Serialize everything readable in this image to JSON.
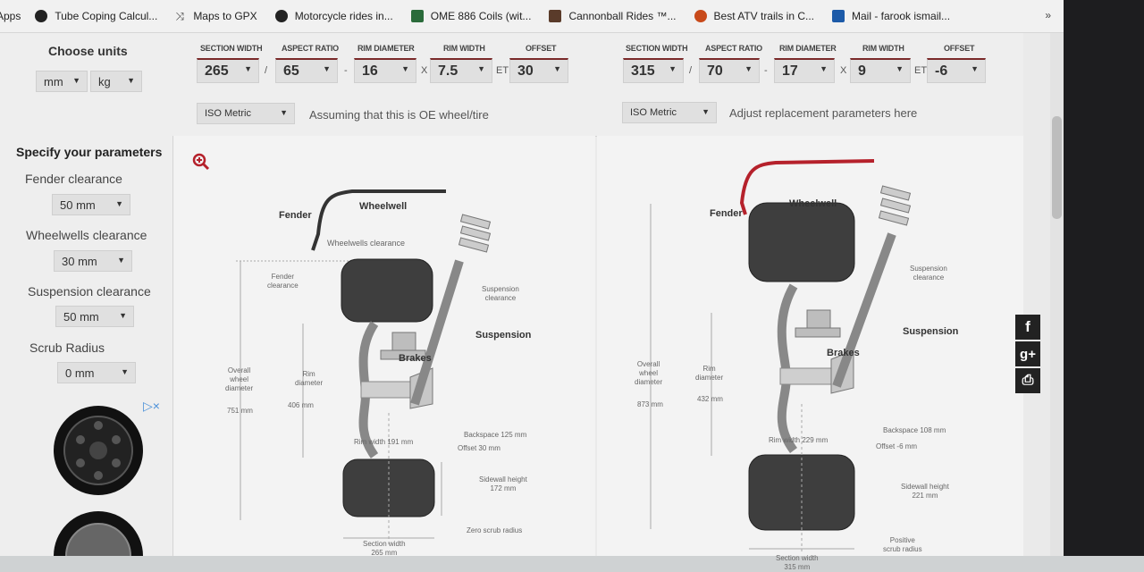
{
  "bookmarks": [
    {
      "label": "Apps",
      "icon": "apps-icon"
    },
    {
      "label": "Tube Coping Calcul...",
      "icon": "tube-icon"
    },
    {
      "label": "Maps to GPX",
      "icon": "shuffle-icon"
    },
    {
      "label": "Motorcycle rides in...",
      "icon": "globe-icon"
    },
    {
      "label": "OME 886 Coils (wit...",
      "icon": "ome-icon"
    },
    {
      "label": "Cannonball Rides ™...",
      "icon": "cannonball-icon"
    },
    {
      "label": "Best ATV trails in C...",
      "icon": "atv-icon"
    },
    {
      "label": "Mail - farook ismail...",
      "icon": "outlook-icon"
    }
  ],
  "bookmarks_more": "»",
  "units": {
    "title": "Choose units",
    "length": "mm",
    "weight": "kg"
  },
  "headers": {
    "section_width": "SECTION WIDTH",
    "aspect_ratio": "ASPECT RATIO",
    "rim_diameter": "RIM DIAMETER",
    "rim_width": "RIM WIDTH",
    "offset": "OFFSET"
  },
  "separators": {
    "slash": "/",
    "dash": "-",
    "x": "X",
    "et": "ET"
  },
  "left_tire": {
    "section_width": "265",
    "aspect_ratio": "65",
    "rim_diameter": "16",
    "rim_width": "7.5",
    "offset": "30",
    "standard": "ISO Metric",
    "note": "Assuming that this is OE wheel/tire"
  },
  "right_tire": {
    "section_width": "315",
    "aspect_ratio": "70",
    "rim_diameter": "17",
    "rim_width": "9",
    "offset": "-6",
    "standard": "ISO Metric",
    "note": "Adjust replacement parameters here"
  },
  "params": {
    "title": "Specify your parameters",
    "fender_label": "Fender clearance",
    "fender_value": "50 mm",
    "wheelwell_label": "Wheelwells clearance",
    "wheelwell_value": "30 mm",
    "suspension_label": "Suspension clearance",
    "suspension_value": "50 mm",
    "scrub_label": "Scrub Radius",
    "scrub_value": "0 mm"
  },
  "ad_marker": "▷×",
  "left_diagram": {
    "fender": "Fender",
    "wheelwell": "Wheelwell",
    "wheelwells_clearance": "Wheelwells clearance",
    "fender_clearance": "Fender\nclearance",
    "suspension_clearance": "Suspension\nclearance",
    "suspension": "Suspension",
    "brakes": "Brakes",
    "overall": "Overall\nwheel\ndiameter",
    "overall_val": "751 mm",
    "rim": "Rim\ndiameter",
    "rim_val": "406 mm",
    "backspace": "Backspace 125 mm",
    "rim_width": "Rim width 191 mm",
    "offset": "Offset 30 mm",
    "sidewall": "Sidewall height\n172 mm",
    "scrub": "Zero scrub radius",
    "section": "Section width\n265 mm"
  },
  "right_diagram": {
    "fender": "Fender",
    "wheelwell": "Wheelwell",
    "suspension_clearance": "Suspension\nclearance",
    "suspension": "Suspension",
    "brakes": "Brakes",
    "overall": "Overall\nwheel\ndiameter",
    "overall_val": "873 mm",
    "rim": "Rim\ndiameter",
    "rim_val": "432 mm",
    "backspace": "Backspace 108 mm",
    "rim_width": "Rim width 229 mm",
    "offset": "Offset -6 mm",
    "sidewall": "Sidewall height\n221 mm",
    "scrub": "Positive\nscrub radius",
    "section": "Section width\n315 mm"
  },
  "social": {
    "facebook": "f",
    "google": "g+",
    "print": "⎙"
  },
  "colors": {
    "accent": "#b5212b",
    "dark_tire": "#3e3e3e"
  }
}
